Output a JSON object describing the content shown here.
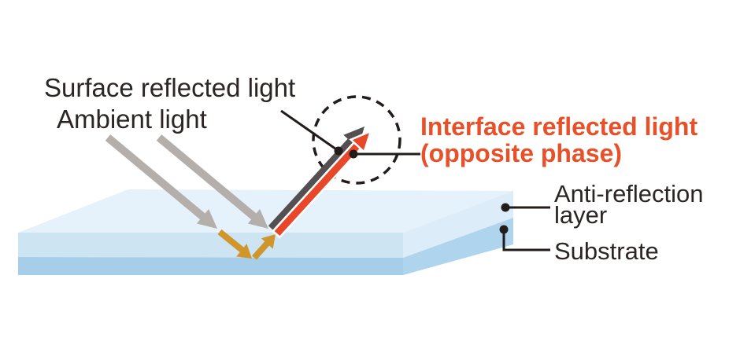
{
  "diagram": {
    "labels": {
      "surface_reflected": "Surface reflected light",
      "ambient": "Ambient light",
      "interface_line1": "Interface reflected light",
      "interface_line2": "(opposite phase)",
      "ar_layer_line1": "Anti-reflection",
      "ar_layer_line2": "layer",
      "substrate": "Substrate"
    },
    "colors": {
      "text_dark": "#2b2523",
      "interface_text": "#e8502a",
      "line": "#221d1b",
      "white_gap": "#ffffff",
      "ambient_arrow": "#b4afaa",
      "internal_arrow": "#d0962b",
      "surface_arrow": "#545051",
      "interface_arrow": "#e8472a",
      "slab_top": "#e5f2fb",
      "ar_front": "#cde4f3",
      "ar_side": "#dcedf9",
      "substrate_front": "#a7cee9",
      "substrate_side": "#aed4ee"
    }
  }
}
